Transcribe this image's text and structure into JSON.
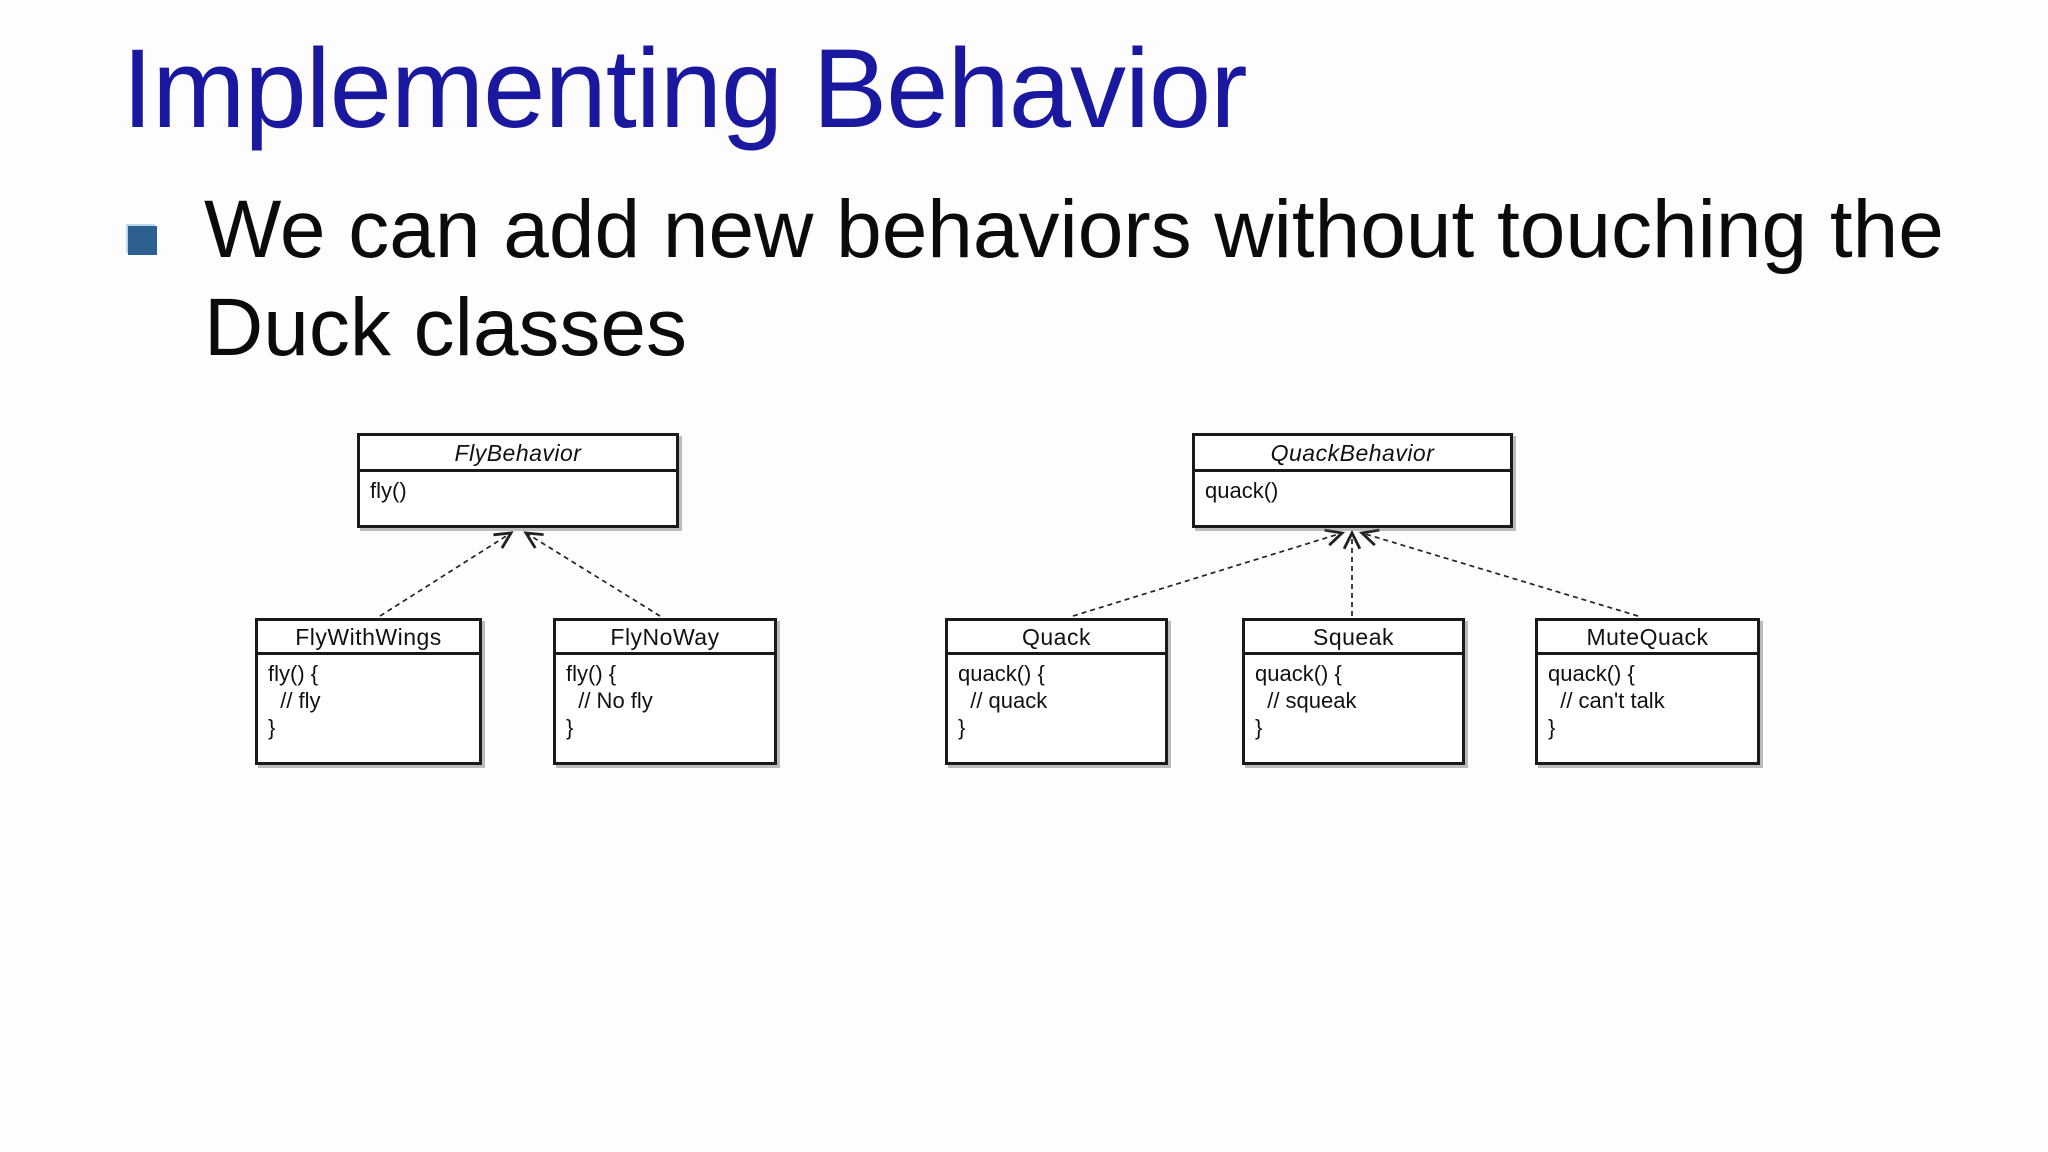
{
  "slide": {
    "title": "Implementing Behavior",
    "bullet": {
      "lines": [
        "We can add new behaviors without touching the",
        "Duck classes"
      ]
    }
  },
  "colors": {
    "title_color": "#1b18a0",
    "bullet_square_color": "#2d5f91",
    "line_color": "#222222",
    "box_border_color": "#1a1a1a",
    "background": "#fdfdfd"
  },
  "diagram": {
    "fly_tree": {
      "parent": {
        "name": "FlyBehavior",
        "abstract": true,
        "method": "fly()"
      },
      "children": [
        {
          "name": "FlyWithWings",
          "body": [
            "fly() {",
            "  // fly",
            "}"
          ]
        },
        {
          "name": "FlyNoWay",
          "body": [
            "fly() {",
            "  // No fly",
            "}"
          ]
        }
      ]
    },
    "quack_tree": {
      "parent": {
        "name": "QuackBehavior",
        "abstract": true,
        "method": "quack()"
      },
      "children": [
        {
          "name": "Quack",
          "body": [
            "quack() {",
            "  // quack",
            "}"
          ]
        },
        {
          "name": "Squeak",
          "body": [
            "quack() {",
            "  // squeak",
            "}"
          ]
        },
        {
          "name": "MuteQuack",
          "body": [
            "quack() {",
            "  // can't talk",
            "}"
          ]
        }
      ]
    }
  }
}
